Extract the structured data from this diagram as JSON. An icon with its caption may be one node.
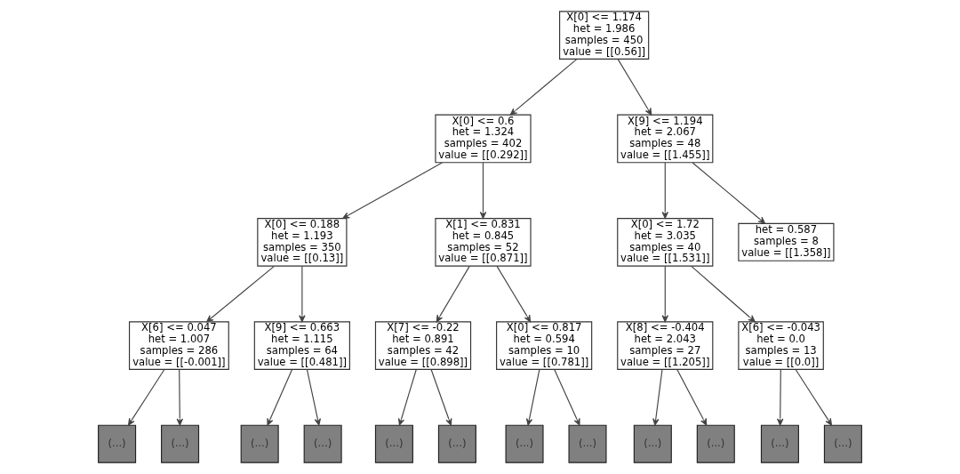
{
  "diagram": {
    "nodes": [
      {
        "text": [
          "X[0] <= 1.174",
          "het = 1.986",
          "samples = 450",
          "value = [[0.56]]"
        ]
      },
      {
        "text": [
          "X[0] <= 0.6",
          "het = 1.324",
          "samples = 402",
          "value = [[0.292]]"
        ]
      },
      {
        "text": [
          "X[9] <= 1.194",
          "het = 2.067",
          "samples = 48",
          "value = [[1.455]]"
        ]
      },
      {
        "text": [
          "X[0] <= 0.188",
          "het = 1.193",
          "samples = 350",
          "value = [[0.13]]"
        ]
      },
      {
        "text": [
          "X[1] <= 0.831",
          "het = 0.845",
          "samples = 52",
          "value = [[0.871]]"
        ]
      },
      {
        "text": [
          "X[0] <= 1.72",
          "het = 3.035",
          "samples = 40",
          "value = [[1.531]]"
        ]
      },
      {
        "text": [
          "het = 0.587",
          "samples = 8",
          "value = [[1.358]]"
        ]
      },
      {
        "text": [
          "X[6] <= 0.047",
          "het = 1.007",
          "samples = 286",
          "value = [[-0.001]]"
        ]
      },
      {
        "text": [
          "X[9] <= 0.663",
          "het = 1.115",
          "samples = 64",
          "value = [[0.481]]"
        ]
      },
      {
        "text": [
          "X[7] <= -0.22",
          "het = 0.891",
          "samples = 42",
          "value = [[0.898]]"
        ]
      },
      {
        "text": [
          "X[0] <= 0.817",
          "het = 0.594",
          "samples = 10",
          "value = [[0.781]]"
        ]
      },
      {
        "text": [
          "X[8] <= -0.404",
          "het = 2.043",
          "samples = 27",
          "value = [[1.205]]"
        ]
      },
      {
        "text": [
          "X[6] <= -0.043",
          "het = 0.0",
          "samples = 13",
          "value = [[0.0]]"
        ]
      },
      {
        "text": [
          "(...)"
        ]
      },
      {
        "text": [
          "(...)"
        ]
      },
      {
        "text": [
          "(...)"
        ]
      },
      {
        "text": [
          "(...)"
        ]
      },
      {
        "text": [
          "(...)"
        ]
      },
      {
        "text": [
          "(...)"
        ]
      },
      {
        "text": [
          "(...)"
        ]
      },
      {
        "text": [
          "(...)"
        ]
      },
      {
        "text": [
          "(...)"
        ]
      },
      {
        "text": [
          "(...)"
        ]
      },
      {
        "text": [
          "(...)"
        ]
      },
      {
        "text": [
          "(...)"
        ]
      }
    ],
    "edges": [
      {
        "from": 0,
        "to": 1,
        "arrow": "to"
      },
      {
        "from": 0,
        "to": 2,
        "arrow": "to"
      },
      {
        "from": 1,
        "to": 3,
        "arrow": "to"
      },
      {
        "from": 1,
        "to": 4,
        "arrow": "to"
      },
      {
        "from": 2,
        "to": 5,
        "arrow": "to"
      },
      {
        "from": 2,
        "to": 6,
        "arrow": "to"
      },
      {
        "from": 3,
        "to": 7,
        "arrow": "to"
      },
      {
        "from": 3,
        "to": 8,
        "arrow": "to"
      },
      {
        "from": 4,
        "to": 9,
        "arrow": "to"
      },
      {
        "from": 4,
        "to": 10,
        "arrow": "to"
      },
      {
        "from": 5,
        "to": 11,
        "arrow": "to"
      },
      {
        "from": 5,
        "to": 12,
        "arrow": "to"
      },
      {
        "from": 7,
        "to": 13,
        "arrow": "to"
      },
      {
        "from": 7,
        "to": 14,
        "arrow": "to"
      },
      {
        "from": 8,
        "to": 15,
        "arrow": "to"
      },
      {
        "from": 8,
        "to": 16,
        "arrow": "to"
      },
      {
        "from": 9,
        "to": 17,
        "arrow": "to"
      },
      {
        "from": 9,
        "to": 18,
        "arrow": "to"
      },
      {
        "from": 10,
        "to": 19,
        "arrow": "to"
      },
      {
        "from": 10,
        "to": 20,
        "arrow": "to"
      },
      {
        "from": 11,
        "to": 21,
        "arrow": "to"
      },
      {
        "from": 11,
        "to": 22,
        "arrow": "to"
      },
      {
        "from": 12,
        "to": 23,
        "arrow": "to"
      },
      {
        "from": 12,
        "to": 24,
        "arrow": "to"
      }
    ]
  }
}
